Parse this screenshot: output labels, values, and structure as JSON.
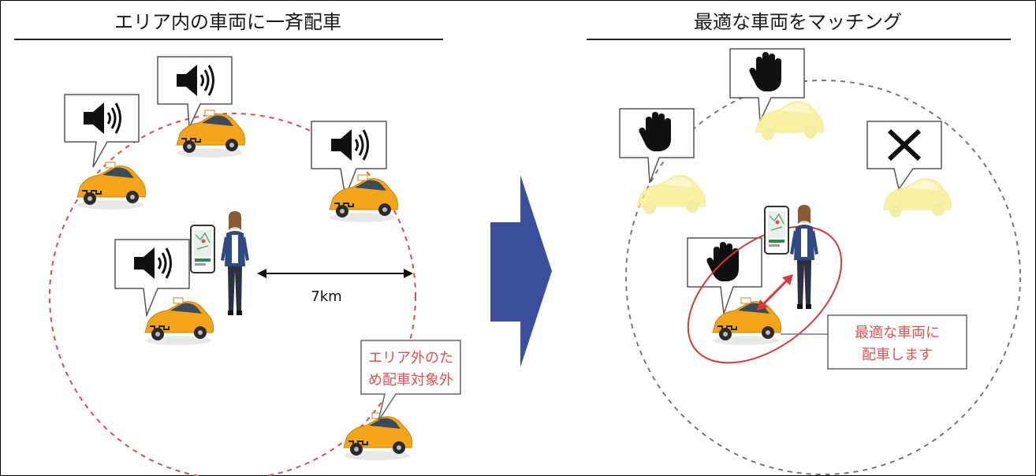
{
  "left_panel": {
    "title": "エリア内の車両に一斉配車",
    "distance_label": "7km",
    "out_of_area_note": [
      "エリア外のた",
      "め配車対象外"
    ]
  },
  "right_panel": {
    "title": "最適な車両をマッチング",
    "result_note": [
      "最適な車両に",
      "配車します"
    ]
  },
  "icons": {
    "broadcast": "speaker-icon",
    "accept": "raised-hand-icon",
    "reject": "x-mark-icon",
    "user_device": "smartphone-icon",
    "user": "person-icon",
    "vehicle": "taxi-icon",
    "flow": "right-arrow"
  },
  "colors": {
    "area_circle_left": "#e04a4a",
    "area_circle_right": "#777777",
    "taxi": "#f2a51a",
    "taxi_dim": "#f8ee8a",
    "arrow": "#3c4f9c",
    "highlight": "#d9383c",
    "note_text": "#e05050"
  }
}
